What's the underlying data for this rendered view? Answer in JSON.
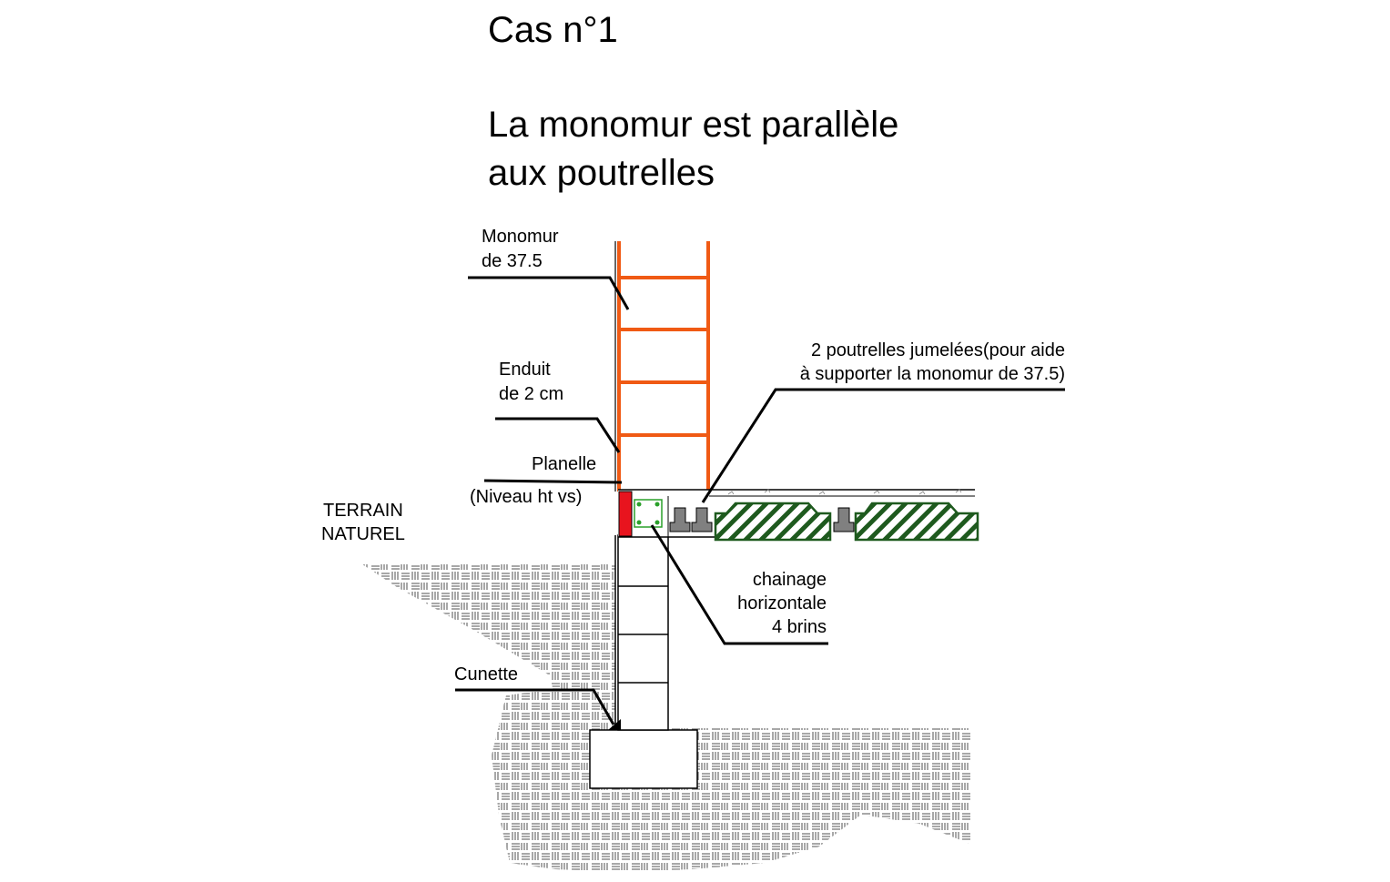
{
  "title": {
    "case": "Cas n°1",
    "line1": "La monomur est parallèle",
    "line2": "aux poutrelles"
  },
  "labels": {
    "monomur_l1": "Monomur",
    "monomur_l2": "de 37.5",
    "enduit_l1": "Enduit",
    "enduit_l2": "de 2 cm",
    "planelle": "Planelle",
    "niveau": "(Niveau ht vs)",
    "terrain_l1": "TERRAIN",
    "terrain_l2": "NATUREL",
    "poutrelles_l1": "2 poutrelles jumelées(pour aide",
    "poutrelles_l2": "à supporter la monomur de 37.5)",
    "chainage_l1": "chainage",
    "chainage_l2": "horizontale",
    "chainage_l3": "4 brins",
    "cunette": "Cunette"
  },
  "colors": {
    "monomur": "#f05a14",
    "planelle": "#e8141e",
    "hourdis": "#1e5a1e",
    "poutrelle": "#808080",
    "chainage": "#2aa02a",
    "terrain": "#8c8c8c"
  }
}
